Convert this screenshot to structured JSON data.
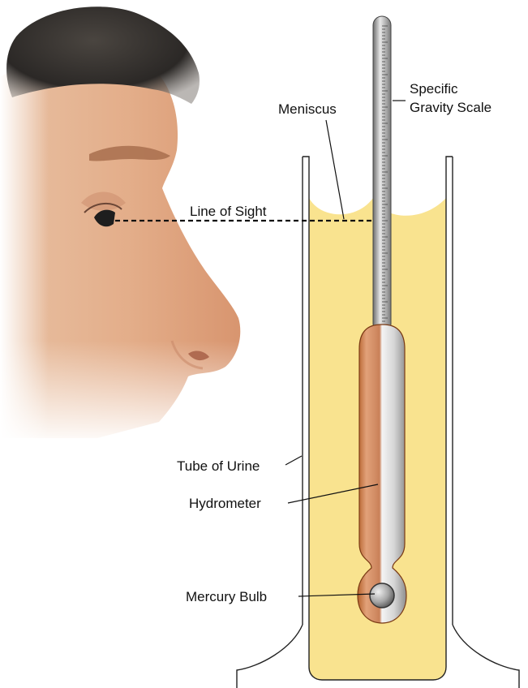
{
  "labels": {
    "meniscus": "Meniscus",
    "specific_gravity_line1": "Specific",
    "specific_gravity_line2": "Gravity Scale",
    "line_of_sight": "Line of Sight",
    "tube_of_urine": "Tube of Urine",
    "hydrometer": "Hydrometer",
    "mercury_bulb": "Mercury Bulb"
  },
  "colors": {
    "urine": "#f9e38f",
    "hydrometer_body": "#c9773f",
    "hydrometer_highlight": "#f2f2f2",
    "stem": "#9a9a9a",
    "skin": "#e5b08e",
    "hair": "#2a2a2a",
    "outline": "#222222"
  }
}
